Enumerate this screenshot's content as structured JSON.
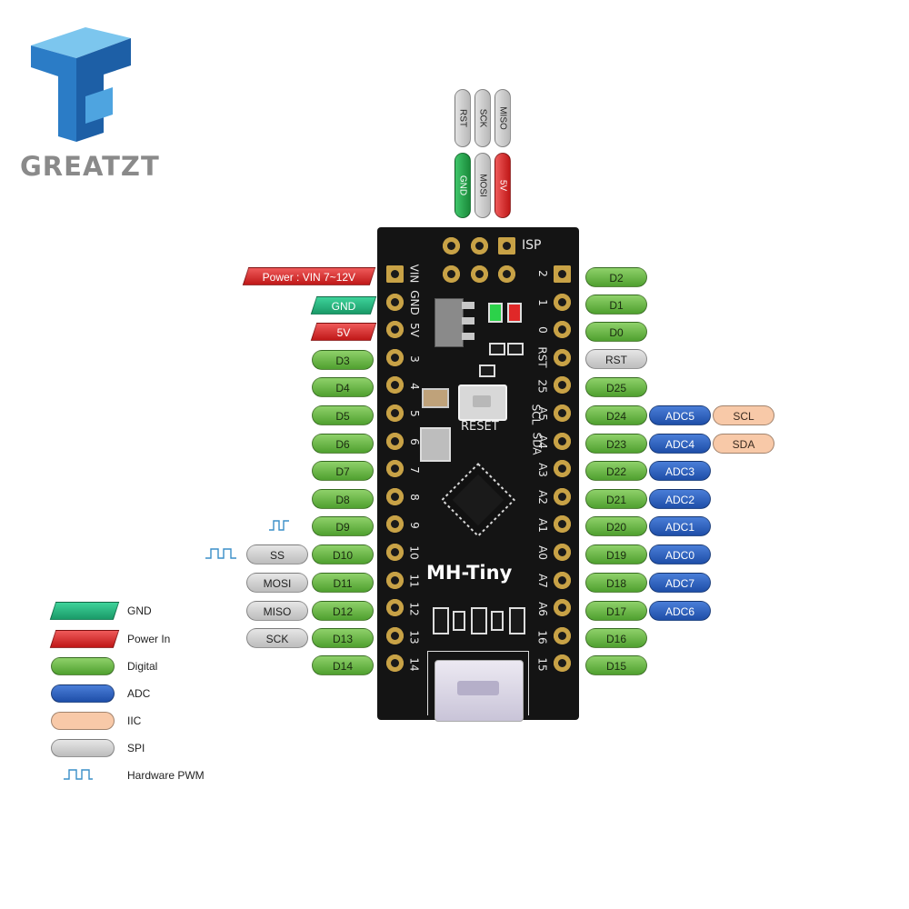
{
  "brand": {
    "name": "GREATZT"
  },
  "board": {
    "name": "MH-Tiny",
    "isp_label": "ISP",
    "reset_label": "RESET",
    "left_silk": [
      "VIN",
      "GND",
      "5V",
      "3",
      "4",
      "5",
      "6",
      "7",
      "8",
      "9",
      "10",
      "11",
      "12",
      "13",
      "14"
    ],
    "right_silk": [
      "2",
      "1",
      "0",
      "RST",
      "25",
      "A5",
      "A4",
      "A3",
      "A2",
      "A1",
      "A0",
      "A7",
      "A6",
      "16",
      "15"
    ],
    "right_silk_extra": {
      "scl": "SCL",
      "sda": "SDA"
    }
  },
  "isp_header": {
    "top": [
      "RST",
      "SCK",
      "MISO"
    ],
    "bottom": [
      "GND",
      "MOSI",
      "5V"
    ]
  },
  "left_power": {
    "vin": "Power : VIN  7~12V",
    "gnd": "GND",
    "v5": "5V"
  },
  "left_digital": [
    "D3",
    "D4",
    "D5",
    "D6",
    "D7",
    "D8",
    "D9",
    "D10",
    "D11",
    "D12",
    "D13",
    "D14"
  ],
  "left_spi": [
    "SS",
    "MOSI",
    "MISO",
    "SCK"
  ],
  "right_digital": [
    "D2",
    "D1",
    "D0",
    "RST",
    "D25",
    "D24",
    "D23",
    "D22",
    "D21",
    "D20",
    "D19",
    "D18",
    "D17",
    "D16",
    "D15"
  ],
  "right_adc": [
    "ADC5",
    "ADC4",
    "ADC3",
    "ADC2",
    "ADC1",
    "ADC0",
    "ADC7",
    "ADC6"
  ],
  "right_iic": [
    "SCL",
    "SDA"
  ],
  "legend": {
    "gnd": "GND",
    "power": "Power In",
    "digital": "Digital",
    "adc": "ADC",
    "iic": "IIC",
    "spi": "SPI",
    "pwm": "Hardware PWM"
  },
  "colors": {
    "gnd": "#22b07a",
    "power": "#d42a2a",
    "digital": "#6cc24a",
    "adc": "#2a5fbf",
    "iic": "#f8c9a8",
    "spi": "#cfcfcf",
    "pcb": "#141414",
    "pad": "#c8a246"
  }
}
